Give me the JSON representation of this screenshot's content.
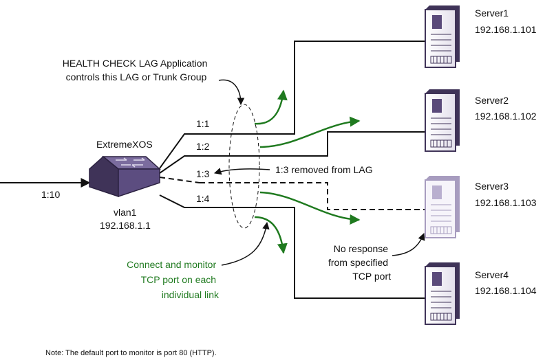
{
  "callout": {
    "lines": [
      "HEALTH CHECK LAG Application",
      "controls this LAG or Trunk Group"
    ]
  },
  "switch": {
    "name": "ExtremeXOS",
    "vlan": "vlan1",
    "ip": "192.168.1.1",
    "uplink_port": "1:10"
  },
  "ports": [
    "1:1",
    "1:2",
    "1:3",
    "1:4"
  ],
  "removed_label": "1:3 removed from LAG",
  "servers": [
    {
      "name": "Server1",
      "ip": "192.168.1.101"
    },
    {
      "name": "Server2",
      "ip": "192.168.1.102"
    },
    {
      "name": "Server3",
      "ip": "192.168.1.103"
    },
    {
      "name": "Server4",
      "ip": "192.168.1.104"
    }
  ],
  "no_response": {
    "lines": [
      "No response",
      "from specified",
      "TCP port"
    ]
  },
  "monitor": {
    "lines": [
      "Connect and monitor",
      "TCP port on each",
      "individual link"
    ]
  },
  "note": "Note: The default port to monitor is port 80 (HTTP).",
  "colors": {
    "line": "#111111",
    "arrow_green": "#1f7a1f",
    "server_purple": "#5a4a7a",
    "server_faded": "#a79cbf",
    "switch_purple": "#5c4d80"
  }
}
